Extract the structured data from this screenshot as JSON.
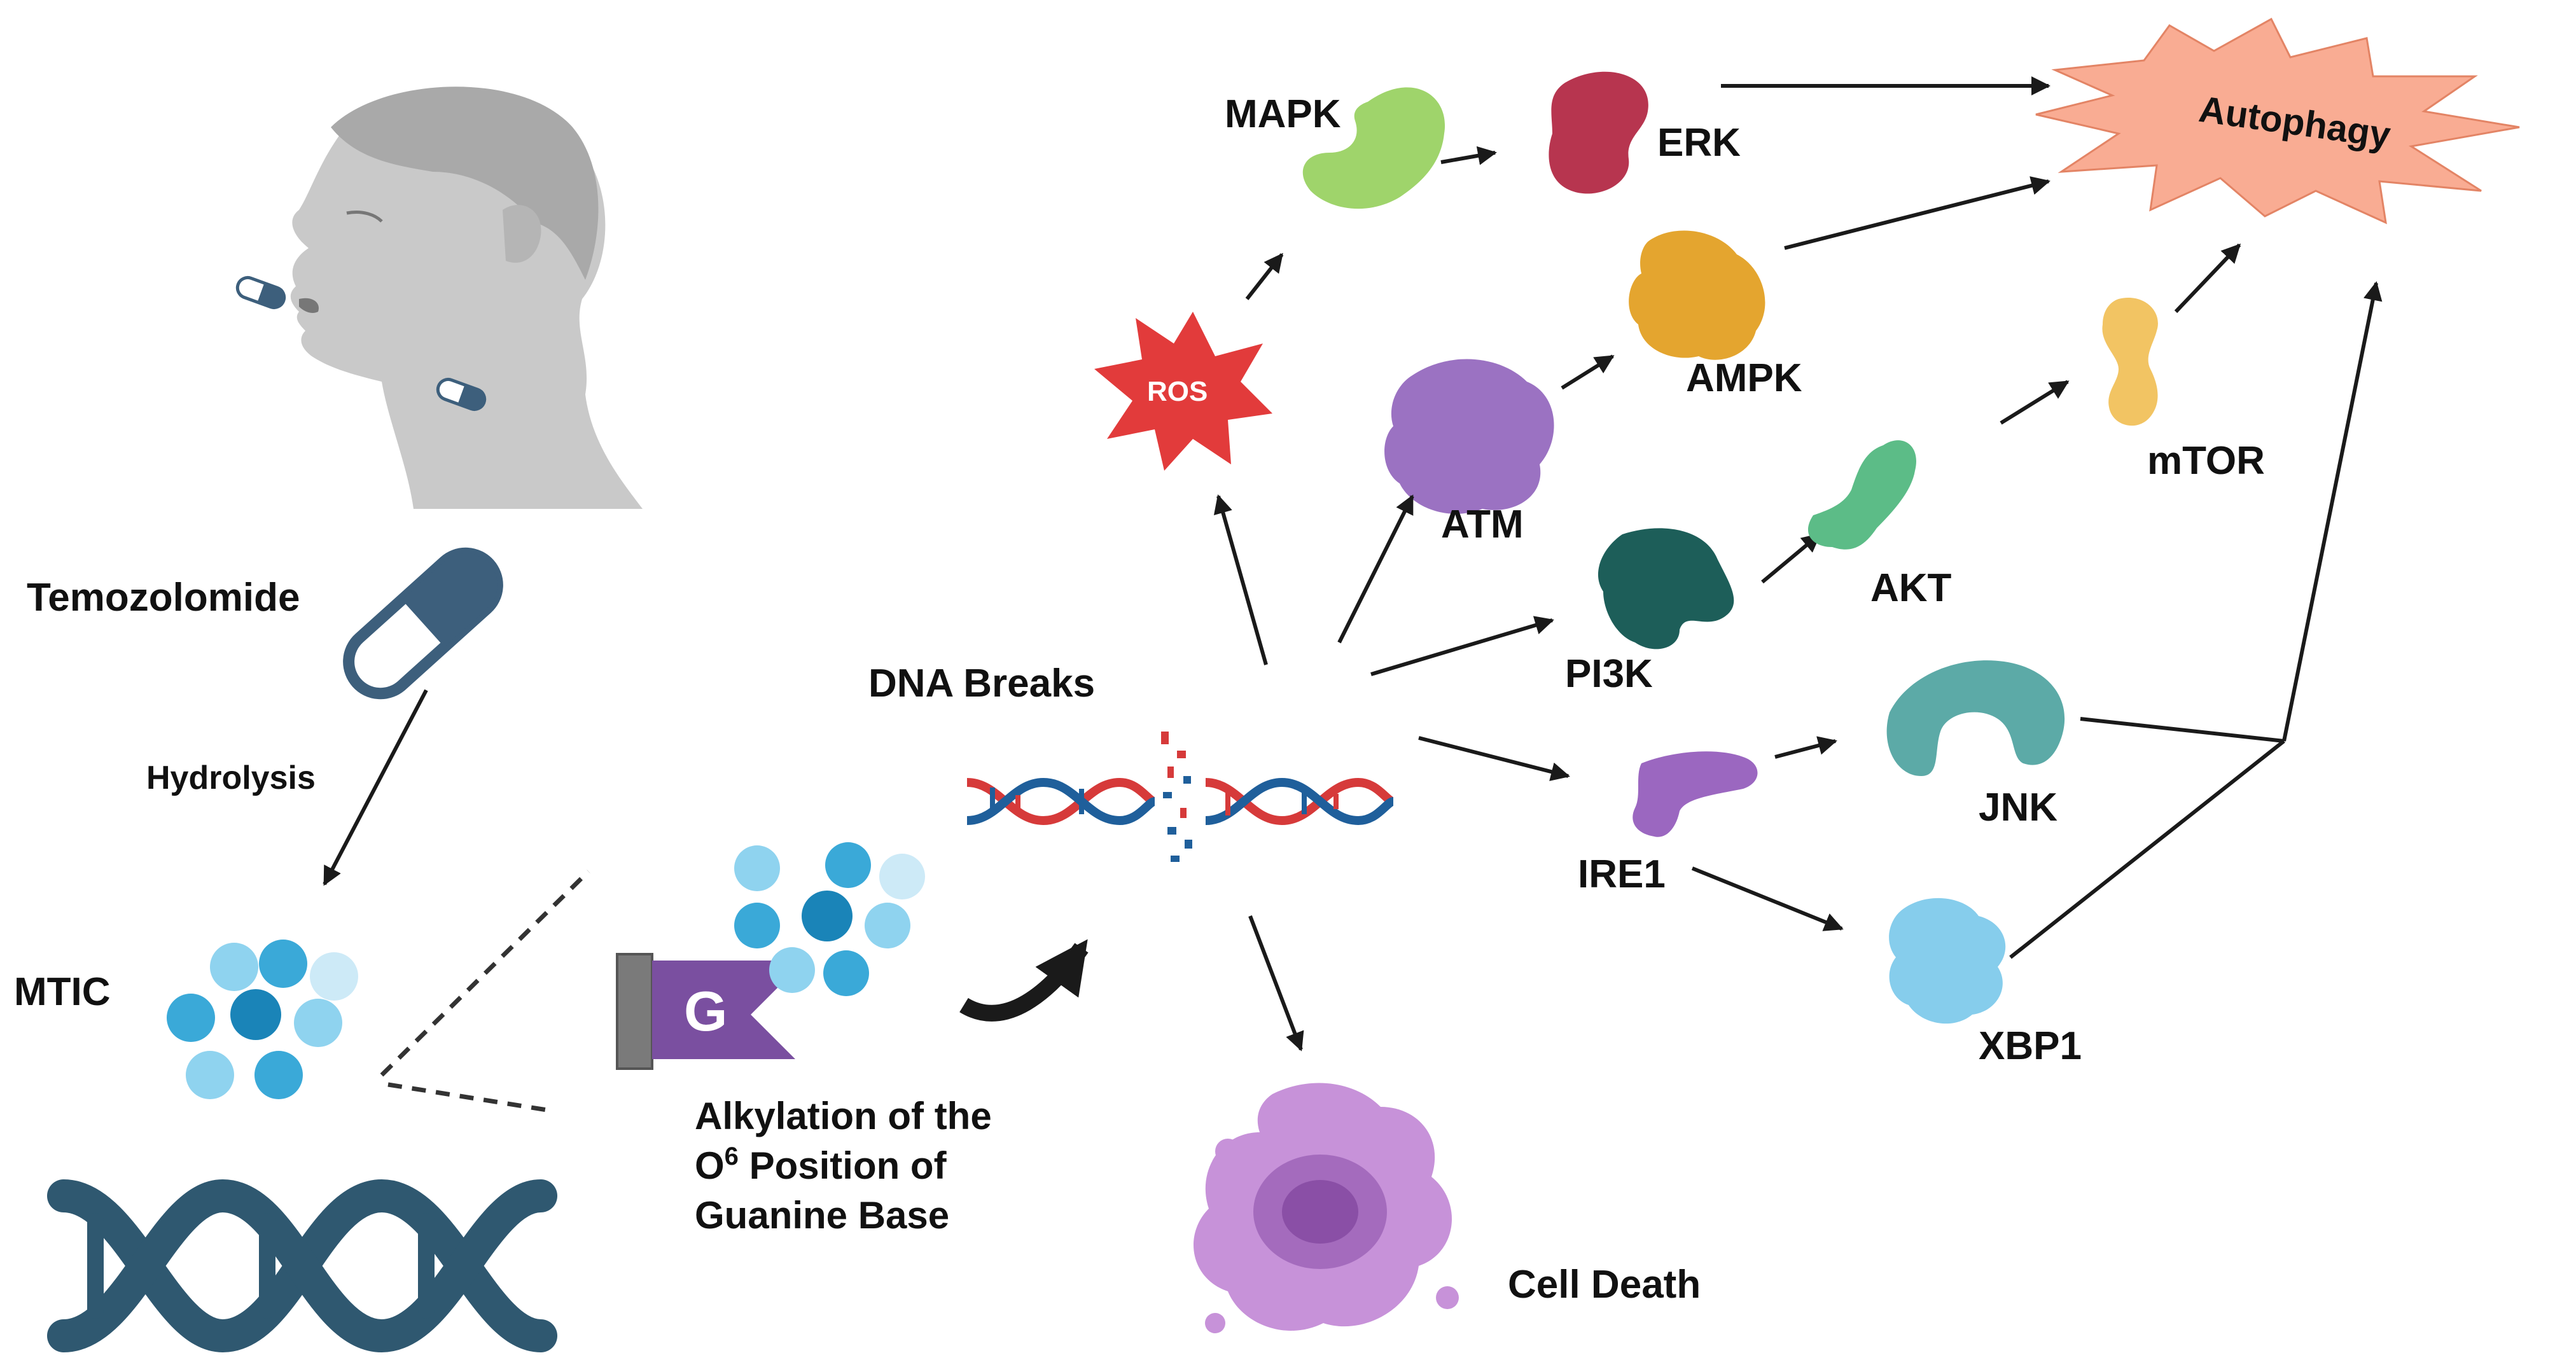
{
  "labels": {
    "temozolomide": "Temozolomide",
    "hydrolysis": "Hydrolysis",
    "mtic": "MTIC",
    "guanine_letter": "G",
    "alkylation_line1": "Alkylation of the",
    "alkylation_line2_prefix": "O",
    "alkylation_superscript": "6",
    "alkylation_line2_suffix": " Position of",
    "alkylation_line3": "Guanine Base",
    "dna_breaks": "DNA Breaks",
    "cell_death": "Cell Death",
    "ros": "ROS",
    "mapk": "MAPK",
    "erk": "ERK",
    "autophagy": "Autophagy",
    "atm": "ATM",
    "ampk": "AMPK",
    "pi3k": "PI3K",
    "akt": "AKT",
    "mtor": "mTOR",
    "ire1": "IRE1",
    "jnk": "JNK",
    "xbp1": "XBP1"
  },
  "colors": {
    "person": "#c9c9c9",
    "person_dark": "#a9a9a9",
    "capsule": "#3d5f7c",
    "mtic_light": "#8fd3ef",
    "mtic_mid": "#3aa9d8",
    "mtic_dark": "#1a84b8",
    "dna_blue": "#2f5870",
    "dna_red": "#d63a3a",
    "dna_navy": "#1f5f9b",
    "guanine_flag": "#7a4fa0",
    "ros": "#e23b3b",
    "mapk": "#9fd46b",
    "erk": "#b7354f",
    "autophagy": "#f9ac93",
    "atm": "#9b72c2",
    "ampk": "#e4a52f",
    "pi3k": "#1d5e59",
    "akt": "#5cbc87",
    "mtor": "#f2c463",
    "ire1": "#9b67c0",
    "jnk": "#5caaa7",
    "xbp1": "#86cdec",
    "cell_death": "#c792d9"
  }
}
